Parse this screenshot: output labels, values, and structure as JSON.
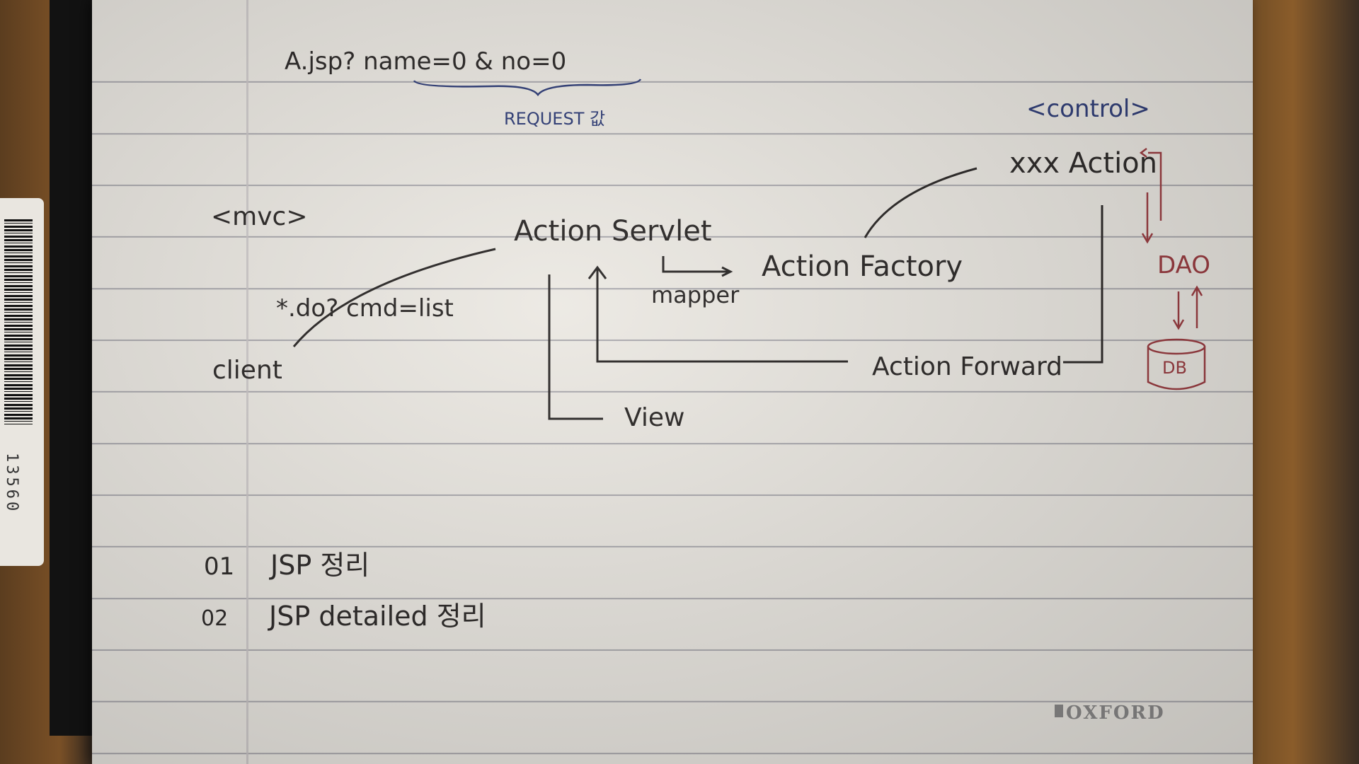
{
  "notes": {
    "request_line": "A.jsp? name=0 & no=0",
    "request_label": "REQUEST 값",
    "control_label": "<control>",
    "mvc_label": "<mvc>",
    "action_servlet": "Action Servlet",
    "client_path": "*.do? cmd=list",
    "client": "client",
    "mapper": "mapper",
    "action_factory": "Action Factory",
    "xxx_action": "xxx Action",
    "action_forward": "Action Forward",
    "view": "View",
    "dao": "DAO",
    "db": "DB",
    "todo_1_num": "01",
    "todo_1_text": "JSP 정리",
    "todo_2_num": "02",
    "todo_2_text": "JSP detailed 정리"
  },
  "branding": {
    "notebook_brand": "OXFORD"
  },
  "barcode": {
    "number": "13560"
  },
  "colors": {
    "ink_black": "#2b2827",
    "ink_blue": "#2f3d78",
    "ink_red": "#9a3a3f",
    "paper": "#ece9e3"
  }
}
